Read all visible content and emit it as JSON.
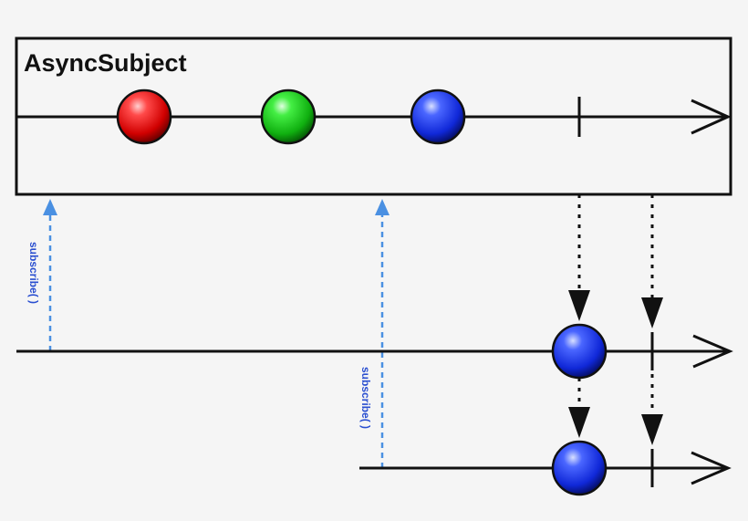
{
  "diagram": {
    "title": "AsyncSubject",
    "subscribe_label_1": "subscribe( )",
    "subscribe_label_2": "subscribe( )",
    "colors": {
      "background": "#f5f5f5",
      "line": "#111111",
      "subscribe_arrow": "#4a90e2",
      "subscribe_text": "#2a4fd0",
      "marble_red": "#e01010",
      "marble_green": "#10c010",
      "marble_blue": "#1028e0"
    },
    "source_emissions": [
      "red",
      "green",
      "blue"
    ],
    "subscriber_1_emission": "blue",
    "subscriber_2_emission": "blue"
  }
}
